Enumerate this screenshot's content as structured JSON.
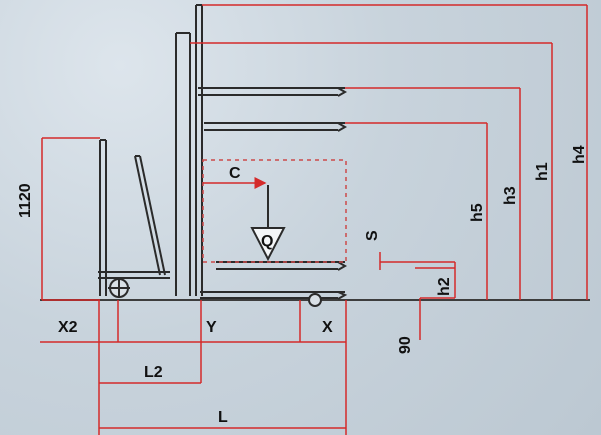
{
  "diagram": {
    "labels": {
      "dim_1120": "1120",
      "C": "C",
      "Q": "Q",
      "S": "S",
      "h2": "h2",
      "h5": "h5",
      "h3": "h3",
      "h1": "h1",
      "h4": "h4",
      "X2": "X2",
      "Y": "Y",
      "X": "X",
      "dim_90": "90",
      "L2": "L2",
      "L": "L"
    },
    "colors": {
      "background": "#c3cfd9",
      "structure": "#2b2b2b",
      "dimension": "#d42a2a",
      "text": "#111111"
    }
  }
}
